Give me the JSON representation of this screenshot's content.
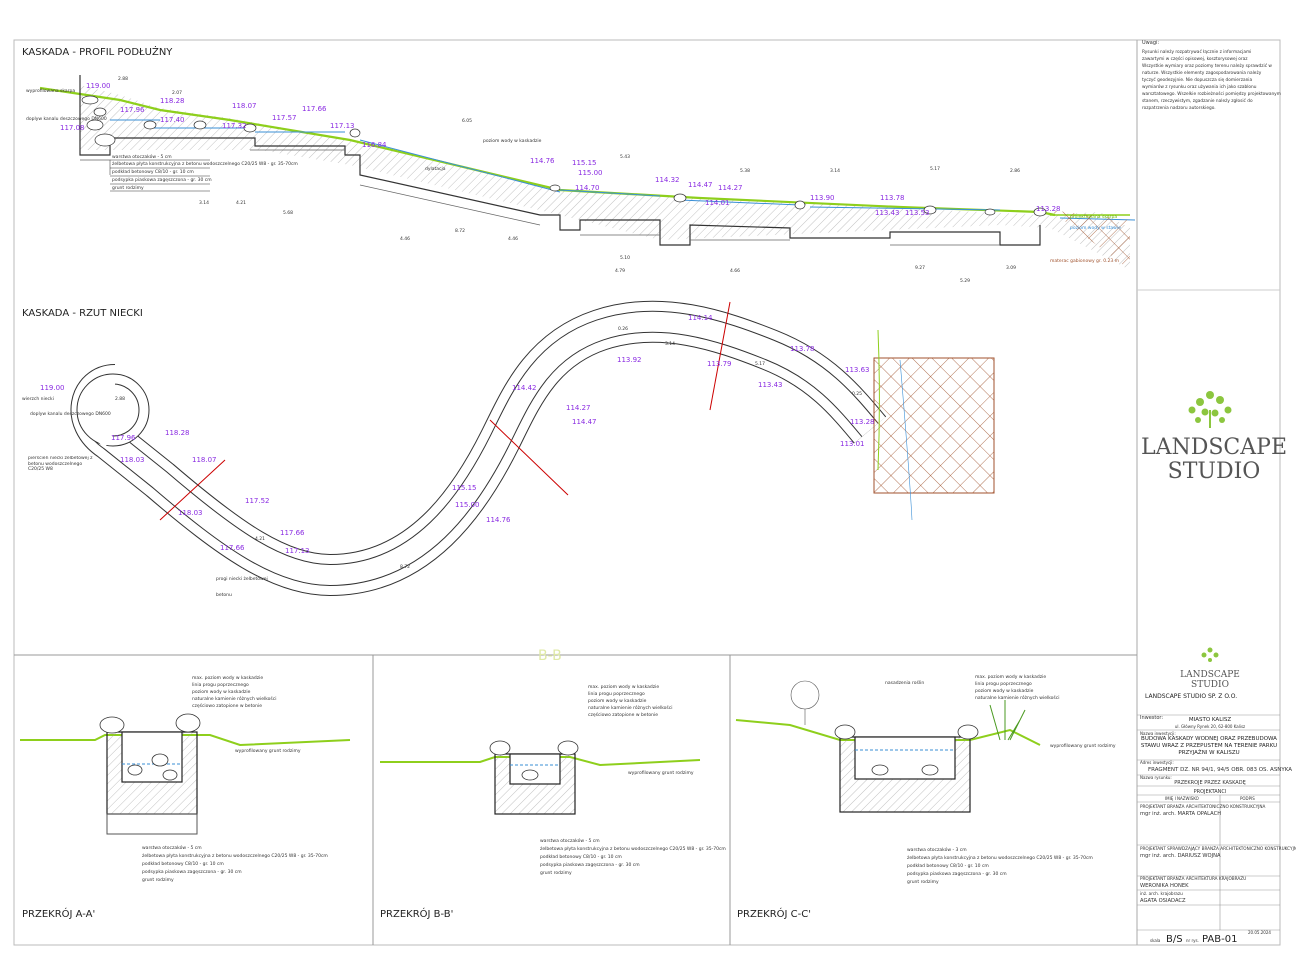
{
  "titles": {
    "profile": "KASKADA - PROFIL PODŁUŻNY",
    "plan": "KASKADA - RZUT NIECKI",
    "section_aa": "PRZEKRÓJ A-A'",
    "section_bb": "PRZEKRÓJ B-B'",
    "section_cc": "PRZEKRÓJ C-C'",
    "section_mark_bb": "B-B"
  },
  "profile": {
    "levels": [
      "119.00",
      "118.28",
      "117.96",
      "118.07",
      "117.40",
      "117.57",
      "117.66",
      "117.32",
      "117.08",
      "117.13",
      "116.84",
      "114.76",
      "115.15",
      "115.00",
      "114.70",
      "114.32",
      "114.47",
      "114.27",
      "114.01",
      "113.90",
      "113.78",
      "113.43",
      "113.53",
      "113.28"
    ],
    "labels": [
      "wyprofilowana skarpa",
      "doplyw kanalu deszczowego DN600",
      "poziom wody w kaskadzie",
      "dylatacja"
    ],
    "layers": [
      "warstwa otoczaków - 5 cm",
      "żelbetowa płyta konstrukcyjna z betonu wodoszczelnego C20/25 W8 - gr. 35-70cm",
      "podkład betonowy C8/10 - gr. 10 cm",
      "podsypka piaskowa zagęszczona - gr. 30 cm",
      "grunt rodzimy"
    ],
    "dims": [
      "2.88",
      "2.07",
      "3.14",
      "4.21",
      "5.68",
      "6.05",
      "5.43",
      "5.38",
      "3.14",
      "5.17",
      "2.86",
      "4.46",
      "8.72",
      "4.46",
      "5.10",
      "4.79",
      "4.66",
      "9.27",
      "3.09",
      "5.29"
    ],
    "right_labels": [
      "projektowana skarpa",
      "poziom wody w stawie",
      "materac gabionowy gr. 0.23 m"
    ]
  },
  "plan": {
    "levels": [
      "119.00",
      "118.28",
      "117.96",
      "118.07",
      "118.03",
      "117.52",
      "117.66",
      "117.66",
      "117.13",
      "115.15",
      "115.00",
      "114.76",
      "114.42",
      "114.27",
      "113.92",
      "114.14",
      "113.79",
      "113.78",
      "113.43",
      "113.63",
      "113.28",
      "113.01",
      "114.47",
      "118.03"
    ],
    "labels": [
      "wierzch niecki",
      "doplyw kanalu deszczowego DN600",
      "pierścień niecki żelbetowej z betonu wodoszczelnego C20/25 W8",
      "progi niecki żelbetowej",
      "betonu"
    ],
    "dims": [
      "2.88",
      "3.14",
      "5.17",
      "4.21",
      "8.72",
      "0.26",
      "0.25"
    ]
  },
  "sections": {
    "aa": {
      "callouts": [
        "max. poziom wody w kaskadzie",
        "linia progu poprzecznego",
        "poziom wody w kaskadzie",
        "naturalne kamienie różnych wielkości",
        "częściowo zatopione w betonie"
      ],
      "ground": "wyprofilowany grunt rodzimy",
      "layers": [
        "warstwa otoczaków - 5 cm",
        "żelbetowa płyta konstrukcyjna z betonu wodoszczelnego C20/25 W8 - gr. 35-70cm",
        "podkład betonowy C8/10 - gr. 10 cm",
        "podsypka piaskowa zagęszczona - gr. 30 cm",
        "grunt rodzimy"
      ]
    },
    "bb": {
      "callouts": [
        "max. poziom wody w kaskadzie",
        "linia progu poprzecznego",
        "poziom wody w kaskadzie",
        "naturalne kamienie różnych wielkości",
        "częściowo zatopione w betonie"
      ],
      "ground": "wyprofilowany grunt rodzimy",
      "layers": [
        "warstwa otoczaków - 5 cm",
        "żelbetowa płyta konstrukcyjna z betonu wodoszczelnego C20/25 W8 - gr. 35-70cm",
        "podkład betonowy C8/10 - gr. 10 cm",
        "podsypka piaskowa zagęszczona - gr. 30 cm",
        "grunt rodzimy"
      ]
    },
    "cc": {
      "plants": "nasadzenia roślin",
      "callouts": [
        "max. poziom wody w kaskadzie",
        "linia progu poprzecznego",
        "poziom wody w kaskadzie",
        "naturalne kamienie różnych wielkości"
      ],
      "ground": "wyprofilowany grunt rodzimy",
      "layers": [
        "warstwa otoczaków - 3 cm",
        "żelbetowa płyta konstrukcyjna z betonu wodoszczelnego C20/25 W8 - gr. 35-70cm",
        "podkład betonowy C8/10 - gr. 10 cm",
        "podsypka piaskowa zagęszczona - gr. 30 cm",
        "grunt rodzimy"
      ]
    }
  },
  "notes": {
    "heading": "Uwagi:",
    "lines": [
      "Rysunki należy rozpatrywać łącznie z informacjami",
      "zawartymi w części opisowej, kosztorysowej oraz",
      "Wszystkie wymiary oraz poziomy terenu należy sprawdzić w",
      "naturze. Wszystkie elementy zagospodarowania należy",
      "tyczyć geodezyjnie. Nie dopuszcza się domierzania",
      "wymiarów z rysunku oraz używania ich jako szablonu",
      "warsztatowego. Wszelkie rozbieżności pomiędzy projektowanym",
      "stanem, rzeczywistym, zgadzanie należy zgłosić do",
      "rozpatrzenia nadzoru autorskiego."
    ]
  },
  "logo": {
    "line1": "LANDSCAPE",
    "line2": "STUDIO"
  },
  "title_block": {
    "company": "LANDSCAPE STUDIO SP. Z O.O.",
    "investor_label": "Inwestor:",
    "investor": "MIASTO KALISZ",
    "investor_address": "ul. Główny Rynek 20, 62-800 Kalisz",
    "project_label": "Nazwa inwestycji:",
    "project": "BUDOWA KASKADY WODNEJ ORAZ PRZEBUDOWA STAWU WRAZ Z PRZEPUSTEM NA TERENIE PARKU PRZYJAŹNI W KALISZU",
    "address_label": "Adres inwestycji:",
    "address": "FRAGMENT DZ. NR 94/1, 94/5 OBR. 083 OS. ASNYKA",
    "drawing_label": "Nazwa rysunku:",
    "drawing": "PRZEKROJE PRZEZ KASKADĘ",
    "designers_header": "PROJEKTANCI",
    "col_name": "IMIĘ I NAZWISKO",
    "col_sign": "PODPIS",
    "designers": [
      {
        "role": "PROJEKTANT BRANŻA ARCHITEKTONICZNO KONSTRUKCYJNA",
        "name": "mgr inż. arch. MARTA OPALACH"
      },
      {
        "role": "PROJEKTANT SPRAWDZAJĄCY BRANŻA ARCHITEKTONICZNO KONSTRUKCYJNA",
        "name": "mgr inż. arch. DARIUSZ WOJNA"
      },
      {
        "role": "PROJEKTANT BRANŻA ARCHITEKTURA KRAJOBRAZU",
        "name": "WERONIKA HONEK"
      },
      {
        "role": "inż. arch. krajobrazu",
        "name": "AGATA OSIADACZ"
      }
    ],
    "scale_label": "skala",
    "scale": "B/S",
    "sheet_label": "nr rys.",
    "sheet": "PAB-01",
    "date": "20.05.2024"
  }
}
